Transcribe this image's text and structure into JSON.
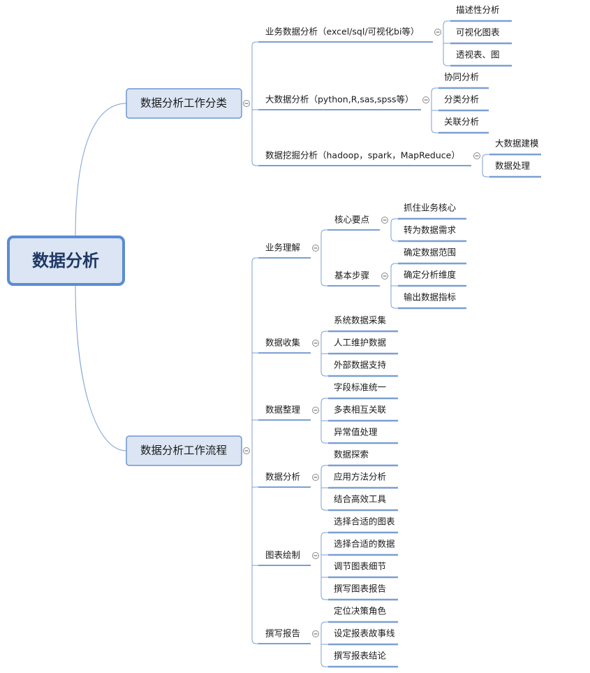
{
  "root": {
    "label": "数据分析"
  },
  "branches": [
    {
      "label": "数据分析工作分类",
      "children": [
        {
          "label": "业务数据分析（excel/sql/可视化bi等）",
          "children": [
            {
              "label": "描述性分析"
            },
            {
              "label": "可视化图表"
            },
            {
              "label": "透视表、图"
            }
          ]
        },
        {
          "label": "大数据分析（python,R,sas,spss等）",
          "children": [
            {
              "label": "协同分析"
            },
            {
              "label": "分类分析"
            },
            {
              "label": "关联分析"
            }
          ]
        },
        {
          "label": "数据挖掘分析（hadoop，spark，MapReduce）",
          "children": [
            {
              "label": "大数据建模"
            },
            {
              "label": "数据处理"
            }
          ]
        }
      ]
    },
    {
      "label": "数据分析工作流程",
      "children": [
        {
          "label": "业务理解",
          "children": [
            {
              "label": "核心要点",
              "children": [
                {
                  "label": "抓住业务核心"
                },
                {
                  "label": "转为数据需求"
                }
              ]
            },
            {
              "label": "基本步骤",
              "children": [
                {
                  "label": "确定数据范围"
                },
                {
                  "label": "确定分析维度"
                },
                {
                  "label": "输出数据指标"
                }
              ]
            }
          ]
        },
        {
          "label": "数据收集",
          "children": [
            {
              "label": "系统数据采集"
            },
            {
              "label": "人工维护数据"
            },
            {
              "label": "外部数据支持"
            }
          ]
        },
        {
          "label": "数据整理",
          "children": [
            {
              "label": "字段标准统一"
            },
            {
              "label": "多表相互关联"
            },
            {
              "label": "异常值处理"
            }
          ]
        },
        {
          "label": "数据分析",
          "children": [
            {
              "label": "数据探索"
            },
            {
              "label": "应用方法分析"
            },
            {
              "label": "结合高效工具"
            }
          ]
        },
        {
          "label": "图表绘制",
          "children": [
            {
              "label": "选择合适的图表"
            },
            {
              "label": "选择合适的数据"
            },
            {
              "label": "调节图表细节"
            },
            {
              "label": "撰写图表报告"
            }
          ]
        },
        {
          "label": "撰写报告",
          "children": [
            {
              "label": "定位决策角色"
            },
            {
              "label": "设定报表故事线"
            },
            {
              "label": "撰写报表结论"
            }
          ]
        }
      ]
    }
  ]
}
